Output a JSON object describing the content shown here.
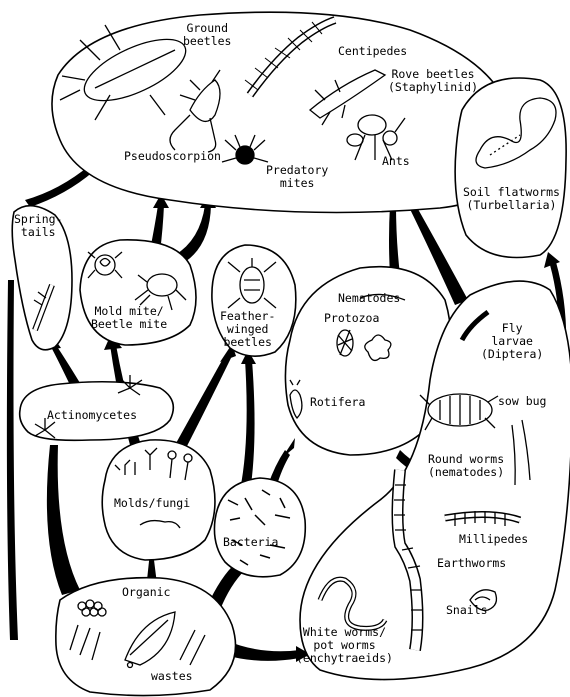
{
  "labels": {
    "ground_beetles": "Ground\nbeetles",
    "centipedes": "Centipedes",
    "rove_beetles": "Rove beetles\n(Staphylinid)",
    "pseudoscorpion": "Pseudoscorpion",
    "predatory_mites": "Predatory\nmites",
    "ants": "Ants",
    "soil_flatworms": "Soil flatworms\n(Turbellaria)",
    "springtails": "Spring-\ntails",
    "mold_mite": "Mold mite/\nBeetle mite",
    "feather_winged": "Feather-\nwinged\nbeetles",
    "nematodes_top": "Nematodes",
    "protozoa": "Protozoa",
    "rotifera": "Rotifera",
    "fly_larvae": "Fly\nlarvae\n(Diptera)",
    "sow_bug": "sow bug",
    "round_worms": "Round worms\n(nematodes)",
    "actinomycetes": "Actinomycetes",
    "molds_fungi": "Molds/fungi",
    "bacteria": "Bacteria",
    "millipedes": "Millipedes",
    "earthworms": "Earthworms",
    "snails": "Snails",
    "organic": "Organic",
    "wastes": "wastes",
    "white_worms": "White worms/\npot worms\n(enchytraeids)"
  }
}
